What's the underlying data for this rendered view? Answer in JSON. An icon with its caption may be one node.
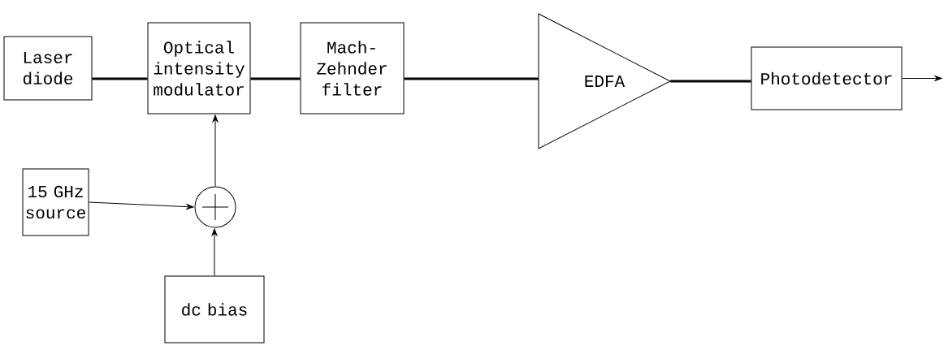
{
  "diagram": {
    "nodes": [
      {
        "text": [
          "Laser diode"
        ]
      },
      {
        "text": [
          "Optical intensity modulator"
        ]
      },
      {
        "text": [
          "Mach-Zehnder filter"
        ]
      },
      {
        "text": [
          "EDFA"
        ]
      },
      {
        "text": [
          "Photodetector"
        ]
      },
      {
        "text": [
          "15 GHz source"
        ]
      },
      {
        "text": [],
        "shape": "circle"
      },
      {
        "text": [
          "dc bias"
        ]
      }
    ],
    "edges": [
      {
        "from": 0,
        "to": 1,
        "arrow": "none",
        "style": "thick"
      },
      {
        "from": 1,
        "to": 2,
        "arrow": "none",
        "style": "thick"
      },
      {
        "from": 2,
        "to": 3,
        "arrow": "none",
        "style": "thick"
      },
      {
        "from": 3,
        "to": 4,
        "arrow": "none",
        "style": "thick"
      },
      {
        "from": 4,
        "to": null,
        "arrow": "to"
      },
      {
        "from": 5,
        "to": 6,
        "arrow": "to"
      },
      {
        "from": 7,
        "to": 6,
        "arrow": "to"
      },
      {
        "from": 6,
        "to": 1,
        "arrow": "to"
      }
    ]
  }
}
